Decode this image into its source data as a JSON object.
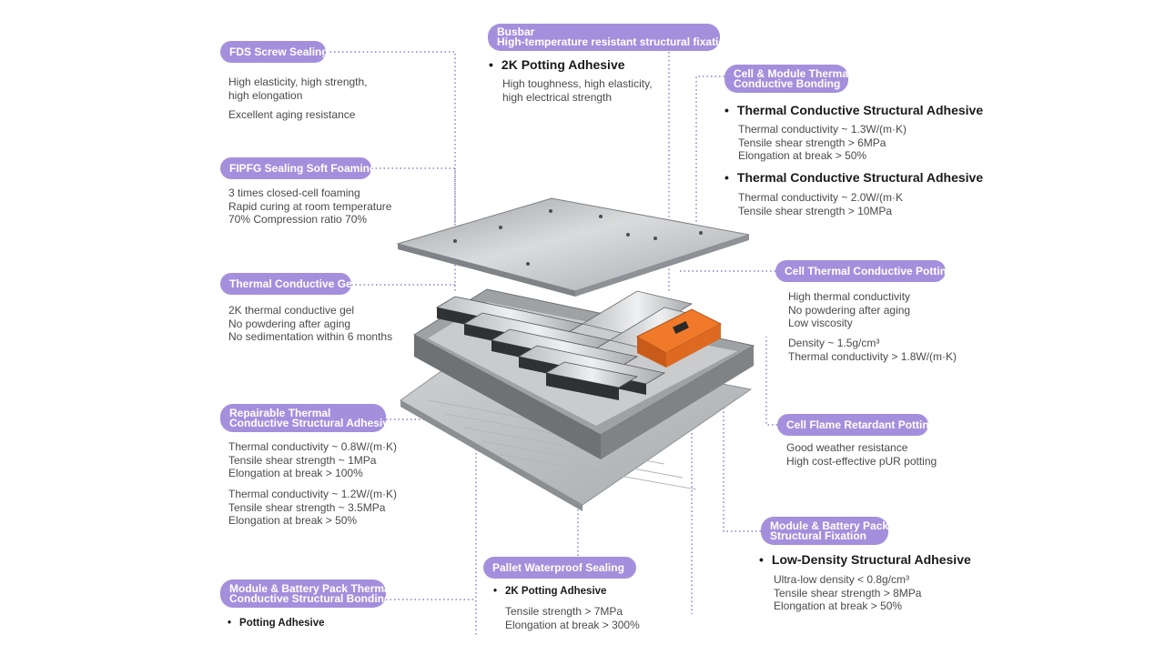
{
  "colors": {
    "pill": "#a48fdc",
    "leader": "#8f7fcf"
  },
  "callouts": {
    "fds": {
      "title": "FDS Screw Sealing",
      "lines": [
        "High elasticity, high strength,",
        "high elongation"
      ],
      "line3": "Excellent aging resistance"
    },
    "fipfg": {
      "title": "FIPFG Sealing Soft Foaming",
      "lines": [
        "3 times closed-cell foaming",
        "Rapid curing at room temperature",
        "70% Compression ratio 70%"
      ]
    },
    "gel": {
      "title": "Thermal Conductive Gel",
      "lines": [
        "2K thermal conductive gel",
        "No powdering after aging",
        "No sedimentation within 6 months"
      ]
    },
    "repairable": {
      "title1": "Repairable Thermal",
      "title2": "Conductive Structural Adhesive",
      "block1": [
        "Thermal conductivity ~ 0.8W/(m·K)",
        "Tensile shear strength ~ 1MPa",
        "Elongation at break > 100%"
      ],
      "block2": [
        "Thermal conductivity ~ 1.2W/(m·K)",
        "Tensile shear strength ~ 3.5MPa",
        "Elongation at break > 50%"
      ]
    },
    "module_thermal": {
      "title1": "Module & Battery Pack Thermal",
      "title2": "Conductive Structural Bonding",
      "head": "Potting Adhesive"
    },
    "busbar": {
      "title1": "Busbar",
      "title2": "High-temperature resistant structural fixatio",
      "head": "2K Potting Adhesive",
      "lines": [
        "High toughness, high elasticity,",
        "high electrical strength"
      ]
    },
    "cell_module": {
      "title1": "Cell & Module Thermal",
      "title2": "Conductive Bonding",
      "head1": "Thermal Conductive Structural Adhesive",
      "block1": [
        "Thermal conductivity ~ 1.3W/(m·K)",
        "Tensile shear strength > 6MPa",
        "Elongation at break > 50%"
      ],
      "head2": "Thermal Conductive Structural Adhesive",
      "block2": [
        "Thermal conductivity ~ 2.0W/(m·K",
        "Tensile shear strength > 10MPa"
      ]
    },
    "cell_potting": {
      "title": "Cell Thermal Conductive Potting",
      "block1": [
        "High thermal conductivity",
        "No powdering after aging",
        "Low viscosity"
      ],
      "block2": [
        "Density ~ 1.5g/cm³",
        "Thermal conductivity > 1.8W/(m·K)"
      ]
    },
    "flame": {
      "title": "Cell Flame Retardant Potting",
      "lines": [
        "Good weather resistance",
        "High cost-effective pUR potting"
      ]
    },
    "structural": {
      "title1": "Module & Battery Pack",
      "title2": "Structural Fixation",
      "head": "Low-Density Structural Adhesive",
      "lines": [
        "Ultra-low density < 0.8g/cm³",
        "Tensile shear strength > 8MPa",
        "Elongation at break > 50%"
      ]
    },
    "pallet": {
      "title": "Pallet Waterproof Sealing",
      "head": "2K Potting Adhesive",
      "lines": [
        "Tensile strength > 7MPa",
        "Elongation at break > 300%"
      ]
    }
  }
}
